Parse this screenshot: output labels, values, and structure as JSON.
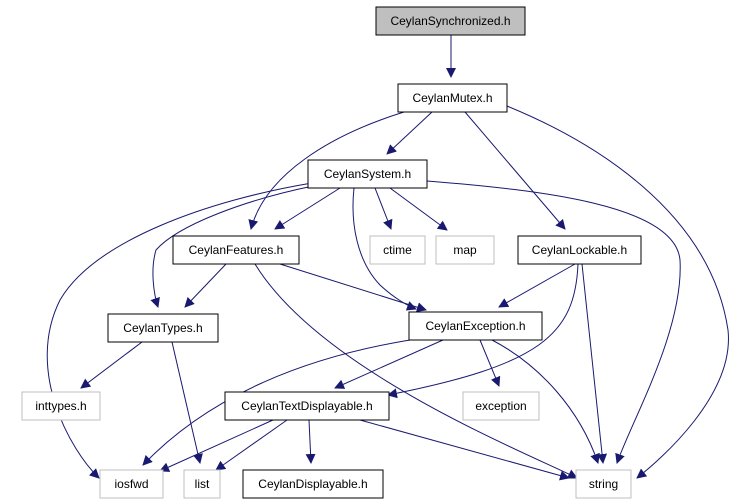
{
  "graph": {
    "nodes": [
      {
        "id": "synchronized",
        "label": "CeylanSynchronized.h",
        "kind": "root"
      },
      {
        "id": "mutex",
        "label": "CeylanMutex.h",
        "kind": "project"
      },
      {
        "id": "system",
        "label": "CeylanSystem.h",
        "kind": "project"
      },
      {
        "id": "features",
        "label": "CeylanFeatures.h",
        "kind": "project"
      },
      {
        "id": "ctime",
        "label": "ctime",
        "kind": "system"
      },
      {
        "id": "map",
        "label": "map",
        "kind": "system"
      },
      {
        "id": "lockable",
        "label": "CeylanLockable.h",
        "kind": "project"
      },
      {
        "id": "types",
        "label": "CeylanTypes.h",
        "kind": "project"
      },
      {
        "id": "exception_h",
        "label": "CeylanException.h",
        "kind": "project"
      },
      {
        "id": "inttypes",
        "label": "inttypes.h",
        "kind": "system"
      },
      {
        "id": "textdisp",
        "label": "CeylanTextDisplayable.h",
        "kind": "project"
      },
      {
        "id": "exception",
        "label": "exception",
        "kind": "system"
      },
      {
        "id": "iosfwd",
        "label": "iosfwd",
        "kind": "system"
      },
      {
        "id": "list",
        "label": "list",
        "kind": "system"
      },
      {
        "id": "displayable",
        "label": "CeylanDisplayable.h",
        "kind": "project"
      },
      {
        "id": "string",
        "label": "string",
        "kind": "system"
      }
    ],
    "colors": {
      "edge": "#191970",
      "root_fill": "#bfbfbf",
      "project_border": "#000000",
      "system_border": "#bfbfbf",
      "system_text": "#000000"
    }
  }
}
